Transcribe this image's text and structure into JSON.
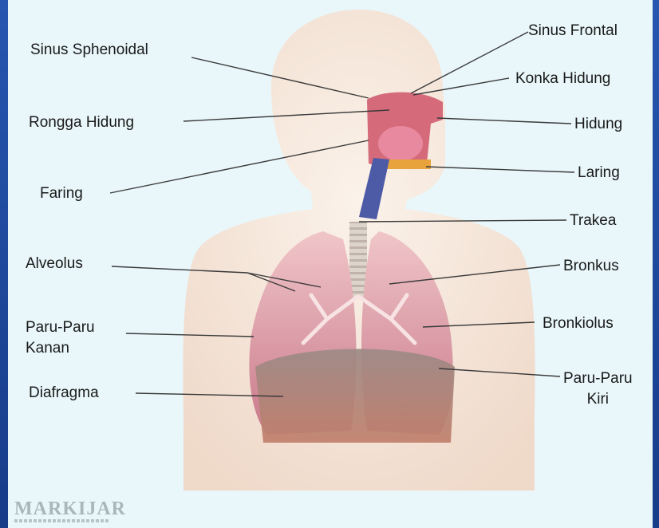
{
  "labels": {
    "sinus_sphenoidal": "Sinus Sphenoidal",
    "rongga_hidung": "Rongga Hidung",
    "faring": "Faring",
    "alveolus": "Alveolus",
    "paru_kanan_1": "Paru-Paru",
    "paru_kanan_2": "Kanan",
    "diafragma": "Diafragma",
    "sinus_frontal": "Sinus Frontal",
    "konka_hidung": "Konka Hidung",
    "hidung": "Hidung",
    "laring": "Laring",
    "trakea": "Trakea",
    "bronkus": "Bronkus",
    "bronkiolus": "Bronkiolus",
    "paru_kiri_1": "Paru-Paru",
    "paru_kiri_2": "Kiri"
  },
  "watermark": "MARKIJAR",
  "colors": {
    "frame": "#1f4a9e",
    "background": "#e9f7fa",
    "skin": "#f6eadf",
    "lung": "#d98c9b",
    "diaphragm": "#b57a6a",
    "trachea": "#d9d0c8"
  }
}
